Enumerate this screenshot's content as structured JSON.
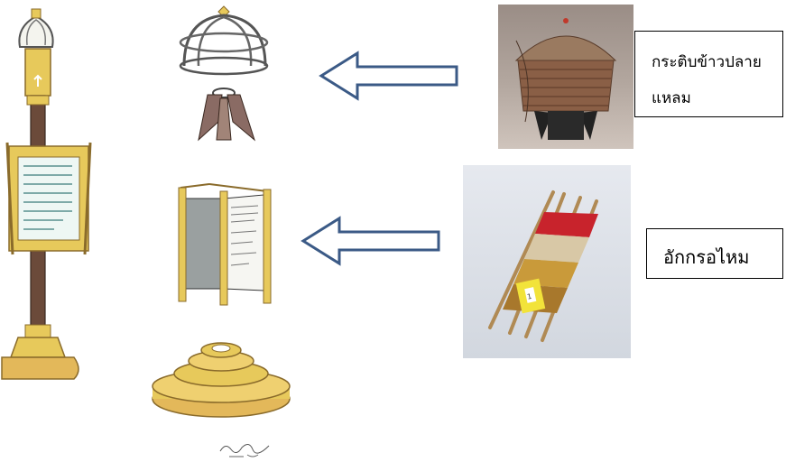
{
  "labels": {
    "basket": "กระติบข้าวปลาย แหลม",
    "basket_line1": "กระติบข้าวปลาย",
    "basket_line2": "แหลม",
    "reel": "อักกรอไหม"
  },
  "photos": {
    "basket_photo": "sticky-rice-basket-photo",
    "reel_photo": "silk-reel-photo",
    "reel_tag_text": "1"
  },
  "colors": {
    "arrow_fill": "#ffffff",
    "arrow_stroke": "#3b5a86",
    "sketch_gold": "#e7c95b",
    "sketch_brown": "#6b4a3a",
    "reel_red": "#c8232c",
    "reel_yellow": "#f2e33a"
  },
  "signature": "artist-signature"
}
